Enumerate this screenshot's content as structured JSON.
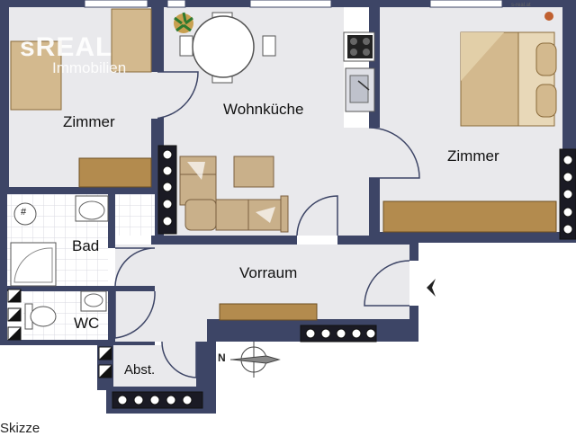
{
  "plan": {
    "rooms": {
      "zimmer_left": "Zimmer",
      "wohnkueche": "Wohnküche",
      "zimmer_right": "Zimmer",
      "bad": "Bad",
      "vorraum": "Vorraum",
      "wc": "WC",
      "abstell": "Abst."
    },
    "compass_north": "N",
    "caption": "Skizze",
    "website": "s-real.at",
    "drain_symbol": "#"
  },
  "logo": {
    "brand": "sREAL",
    "sub": "Immobilien"
  },
  "colors": {
    "wall": "#3d4566",
    "floor": "#e9e9ec",
    "tile": "#ffffff",
    "furniture": "#d3b98e",
    "furniture_dark": "#b38b4e",
    "window_dark": "#1a1a24"
  },
  "icons": [
    "entrance-arrow-icon",
    "compass-icon",
    "stove-icon",
    "sink-icon",
    "plant-icon",
    "toilet-icon",
    "bathtub-icon"
  ]
}
